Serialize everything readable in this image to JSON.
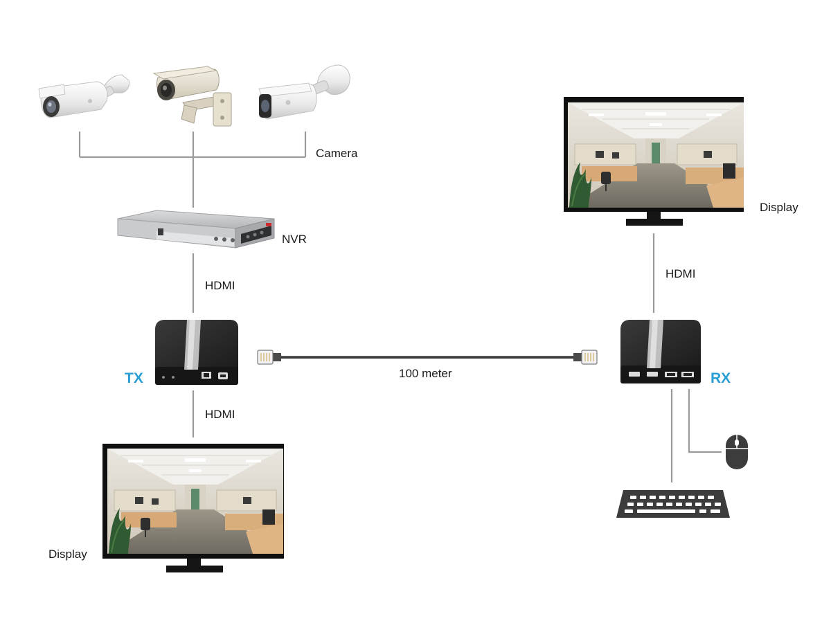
{
  "labels": {
    "camera": "Camera",
    "nvr": "NVR",
    "hdmi_nvr_tx": "HDMI",
    "hdmi_tx_display": "HDMI",
    "hdmi_rx_display": "HDMI",
    "display_left": "Display",
    "display_right": "Display",
    "tx": "TX",
    "rx": "RX",
    "cable_length": "100 meter"
  },
  "icons": {
    "camera_1": "bullet-camera-icon",
    "camera_2": "box-camera-icon",
    "camera_3": "bullet-camera-icon",
    "nvr": "nvr-recorder-icon",
    "tx_unit": "extender-transmitter-icon",
    "rx_unit": "extender-receiver-icon",
    "cable": "ethernet-cable-icon",
    "mouse": "mouse-icon",
    "keyboard": "keyboard-icon",
    "display": "monitor-icon"
  },
  "colors": {
    "accent_label": "#2a9fd6",
    "connector_line": "#9a9a9a",
    "device_body": "#2b2b2b"
  }
}
